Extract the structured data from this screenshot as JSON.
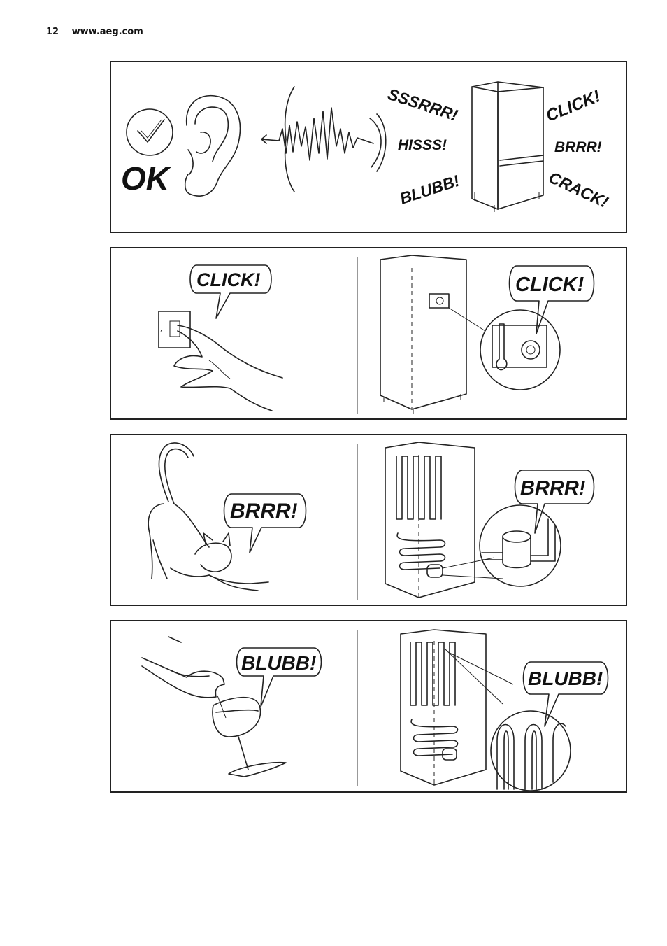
{
  "header": {
    "page_number": "12",
    "website": "www.aeg.com"
  },
  "panel1": {
    "ok_label": "OK",
    "sounds": [
      "SSSRRR!",
      "HISSS!",
      "BLUBB!",
      "CLICK!",
      "BRRR!",
      "CRACK!"
    ]
  },
  "panel2": {
    "left_bubble": "CLICK!",
    "right_bubble": "CLICK!"
  },
  "panel3": {
    "left_bubble": "BRRR!",
    "right_bubble": "BRRR!"
  },
  "panel4": {
    "left_bubble": "BLUBB!",
    "right_bubble": "BLUBB!"
  }
}
